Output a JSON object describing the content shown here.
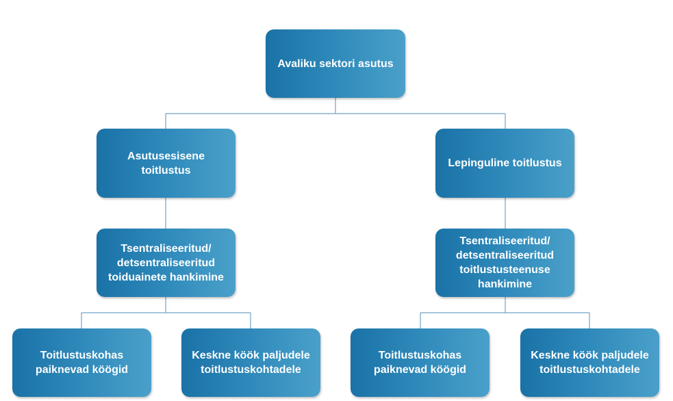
{
  "nodes": {
    "root": "Avaliku sektori asutus",
    "in_house": "Asutusesisene\ntoitlustus",
    "contract": "Lepinguline toitlustus",
    "centralized_left": "Tsentraliseeritud/\ndetsentraliseeritud\ntoiduainete hankimine",
    "centralized_right": "Tsentraliseeritud/\ndetsentraliseeritud\ntoitlustusteenuse\nhankimine",
    "leaf_left_1": "Toitlustuskohas\npaiknevad köögid",
    "leaf_left_2": "Keskne köök paljudele\ntoitlustuskohtadele",
    "leaf_right_1": "Toitlustuskohas\npaiknevad köögid",
    "leaf_right_2": "Keskne köök paljudele\ntoitlustuskohtadele"
  },
  "colors": {
    "node_dark": "#1a72a6",
    "node_light": "#4aa0c9",
    "connector": "#6fa3c8",
    "text": "#ffffff"
  }
}
